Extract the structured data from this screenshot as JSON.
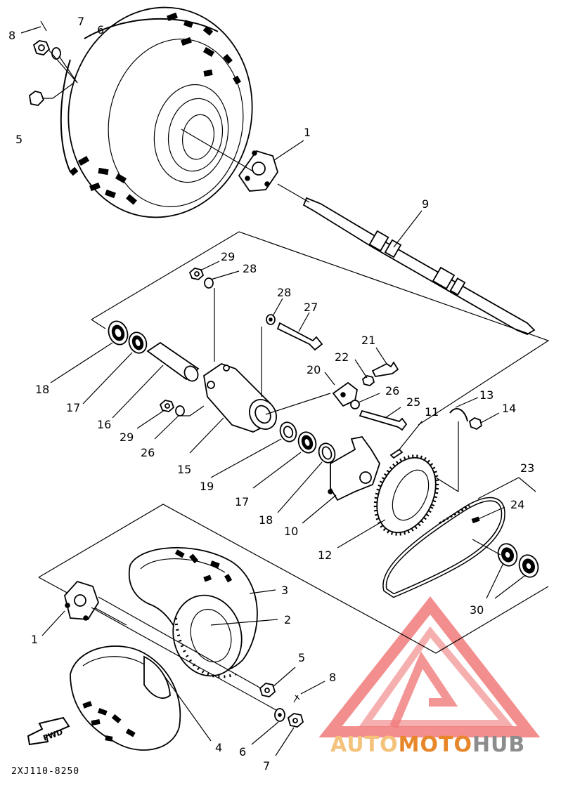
{
  "diagram_code": "2XJ110-8250",
  "fwd_label": "FWD",
  "watermark": {
    "part1": "AUTO",
    "part2": "MOTO",
    "part3": "HUB",
    "color_light": "#f4c27a",
    "color_accent": "#e8862a",
    "color_dark": "#8c8c8c",
    "logo_color": "#f07a7a"
  },
  "labels": {
    "l8_top": "8",
    "l7_top": "7",
    "l6_top": "6",
    "l5_top": "5",
    "l1_top": "1",
    "l9": "9",
    "l29_top": "29",
    "l28_top": "28",
    "l28_mid": "28",
    "l27": "27",
    "l21": "21",
    "l22": "22",
    "l20": "20",
    "l26_mid": "26",
    "l25": "25",
    "l11": "11",
    "l13": "13",
    "l14": "14",
    "l18_left": "18",
    "l17_left": "17",
    "l16": "16",
    "l29_low": "29",
    "l26_low": "26",
    "l15": "15",
    "l19": "19",
    "l17_mid": "17",
    "l18_mid": "18",
    "l10": "10",
    "l12": "12",
    "l23": "23",
    "l24": "24",
    "l30": "30",
    "l3": "3",
    "l2": "2",
    "l1_low": "1",
    "l5_low": "5",
    "l8_low": "8",
    "l6_low": "6",
    "l4": "4",
    "l7_low": "7"
  }
}
